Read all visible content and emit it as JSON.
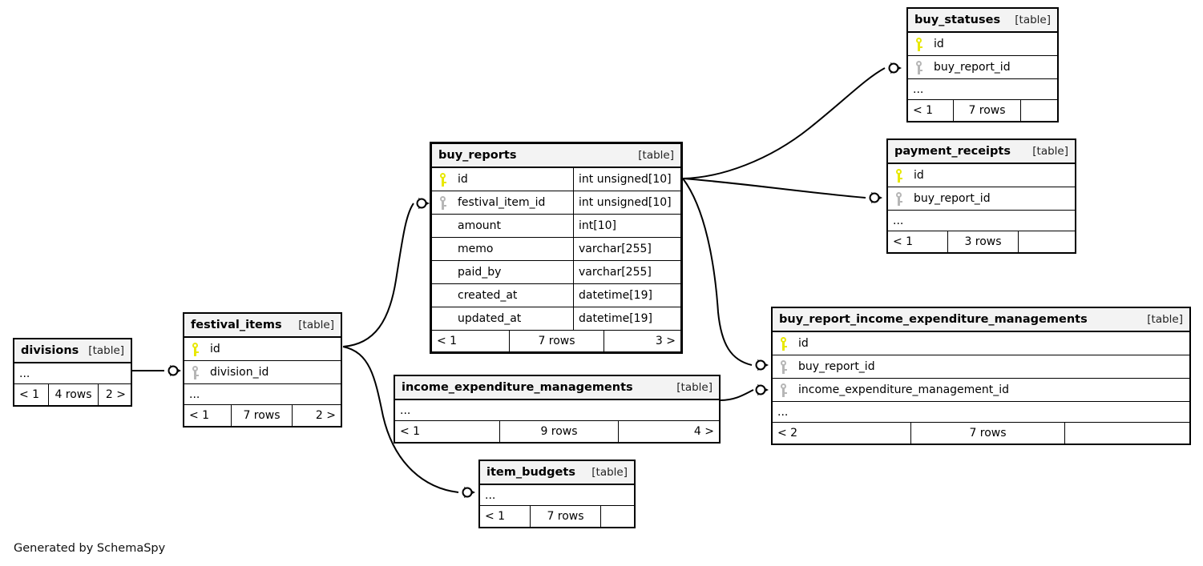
{
  "diagram": {
    "title": "SchemaSpy relationship diagram",
    "credit": "Generated by SchemaSpy",
    "table_tag": "[table]",
    "ellipsis": "...",
    "colors": {
      "primary_key": "#e8e800",
      "foreign_key": "#b6b6b6",
      "header_bg": "#f3f3f3",
      "border": "#000000",
      "background": "#ffffff"
    }
  },
  "tables": [
    {
      "id": "buy_statuses",
      "name": "buy_statuses",
      "tag": "[table]",
      "columns": [
        {
          "name": "id",
          "key": "pk",
          "type": ""
        },
        {
          "name": "buy_report_id",
          "key": "fk",
          "type": ""
        }
      ],
      "has_ellipsis_row": true,
      "footer": {
        "left": "< 1",
        "middle": "7 rows",
        "right": ""
      }
    },
    {
      "id": "payment_receipts",
      "name": "payment_receipts",
      "tag": "[table]",
      "columns": [
        {
          "name": "id",
          "key": "pk",
          "type": ""
        },
        {
          "name": "buy_report_id",
          "key": "fk",
          "type": ""
        }
      ],
      "has_ellipsis_row": true,
      "footer": {
        "left": "< 1",
        "middle": "3 rows",
        "right": ""
      }
    },
    {
      "id": "buy_reports",
      "name": "buy_reports",
      "tag": "[table]",
      "columns": [
        {
          "name": "id",
          "key": "pk",
          "type": "int unsigned[10]"
        },
        {
          "name": "festival_item_id",
          "key": "fk",
          "type": "int unsigned[10]"
        },
        {
          "name": "amount",
          "key": "",
          "type": "int[10]"
        },
        {
          "name": "memo",
          "key": "",
          "type": "varchar[255]"
        },
        {
          "name": "paid_by",
          "key": "",
          "type": "varchar[255]"
        },
        {
          "name": "created_at",
          "key": "",
          "type": "datetime[19]"
        },
        {
          "name": "updated_at",
          "key": "",
          "type": "datetime[19]"
        }
      ],
      "has_ellipsis_row": false,
      "footer": {
        "left": "< 1",
        "middle": "7 rows",
        "right": "3 >"
      }
    },
    {
      "id": "buy_report_income_expenditure_managements",
      "name": "buy_report_income_expenditure_managements",
      "tag": "[table]",
      "columns": [
        {
          "name": "id",
          "key": "pk",
          "type": ""
        },
        {
          "name": "buy_report_id",
          "key": "fk",
          "type": ""
        },
        {
          "name": "income_expenditure_management_id",
          "key": "fk",
          "type": ""
        }
      ],
      "has_ellipsis_row": true,
      "footer": {
        "left": "< 2",
        "middle": "7 rows",
        "right": ""
      }
    },
    {
      "id": "festival_items",
      "name": "festival_items",
      "tag": "[table]",
      "columns": [
        {
          "name": "id",
          "key": "pk",
          "type": ""
        },
        {
          "name": "division_id",
          "key": "fk",
          "type": ""
        }
      ],
      "has_ellipsis_row": true,
      "footer": {
        "left": "< 1",
        "middle": "7 rows",
        "right": "2 >"
      }
    },
    {
      "id": "divisions",
      "name": "divisions",
      "tag": "[table]",
      "columns": [],
      "has_ellipsis_row": true,
      "footer": {
        "left": "< 1",
        "middle": "4 rows",
        "right": "2 >"
      }
    },
    {
      "id": "income_expenditure_managements",
      "name": "income_expenditure_managements",
      "tag": "[table]",
      "columns": [],
      "has_ellipsis_row": true,
      "footer": {
        "left": "< 1",
        "middle": "9 rows",
        "right": "4 >"
      }
    },
    {
      "id": "item_budgets",
      "name": "item_budgets",
      "tag": "[table]",
      "columns": [],
      "has_ellipsis_row": true,
      "footer": {
        "left": "< 1",
        "middle": "7 rows",
        "right": ""
      }
    }
  ],
  "relationships": [
    {
      "from": "buy_reports.id",
      "to": "buy_statuses.buy_report_id"
    },
    {
      "from": "buy_reports.id",
      "to": "payment_receipts.buy_report_id"
    },
    {
      "from": "buy_reports.id",
      "to": "buy_report_income_expenditure_managements.buy_report_id"
    },
    {
      "from": "festival_items.id",
      "to": "buy_reports.festival_item_id"
    },
    {
      "from": "festival_items.id",
      "to": "item_budgets"
    },
    {
      "from": "divisions",
      "to": "festival_items.division_id"
    },
    {
      "from": "income_expenditure_managements",
      "to": "buy_report_income_expenditure_managements.income_expenditure_management_id"
    }
  ]
}
